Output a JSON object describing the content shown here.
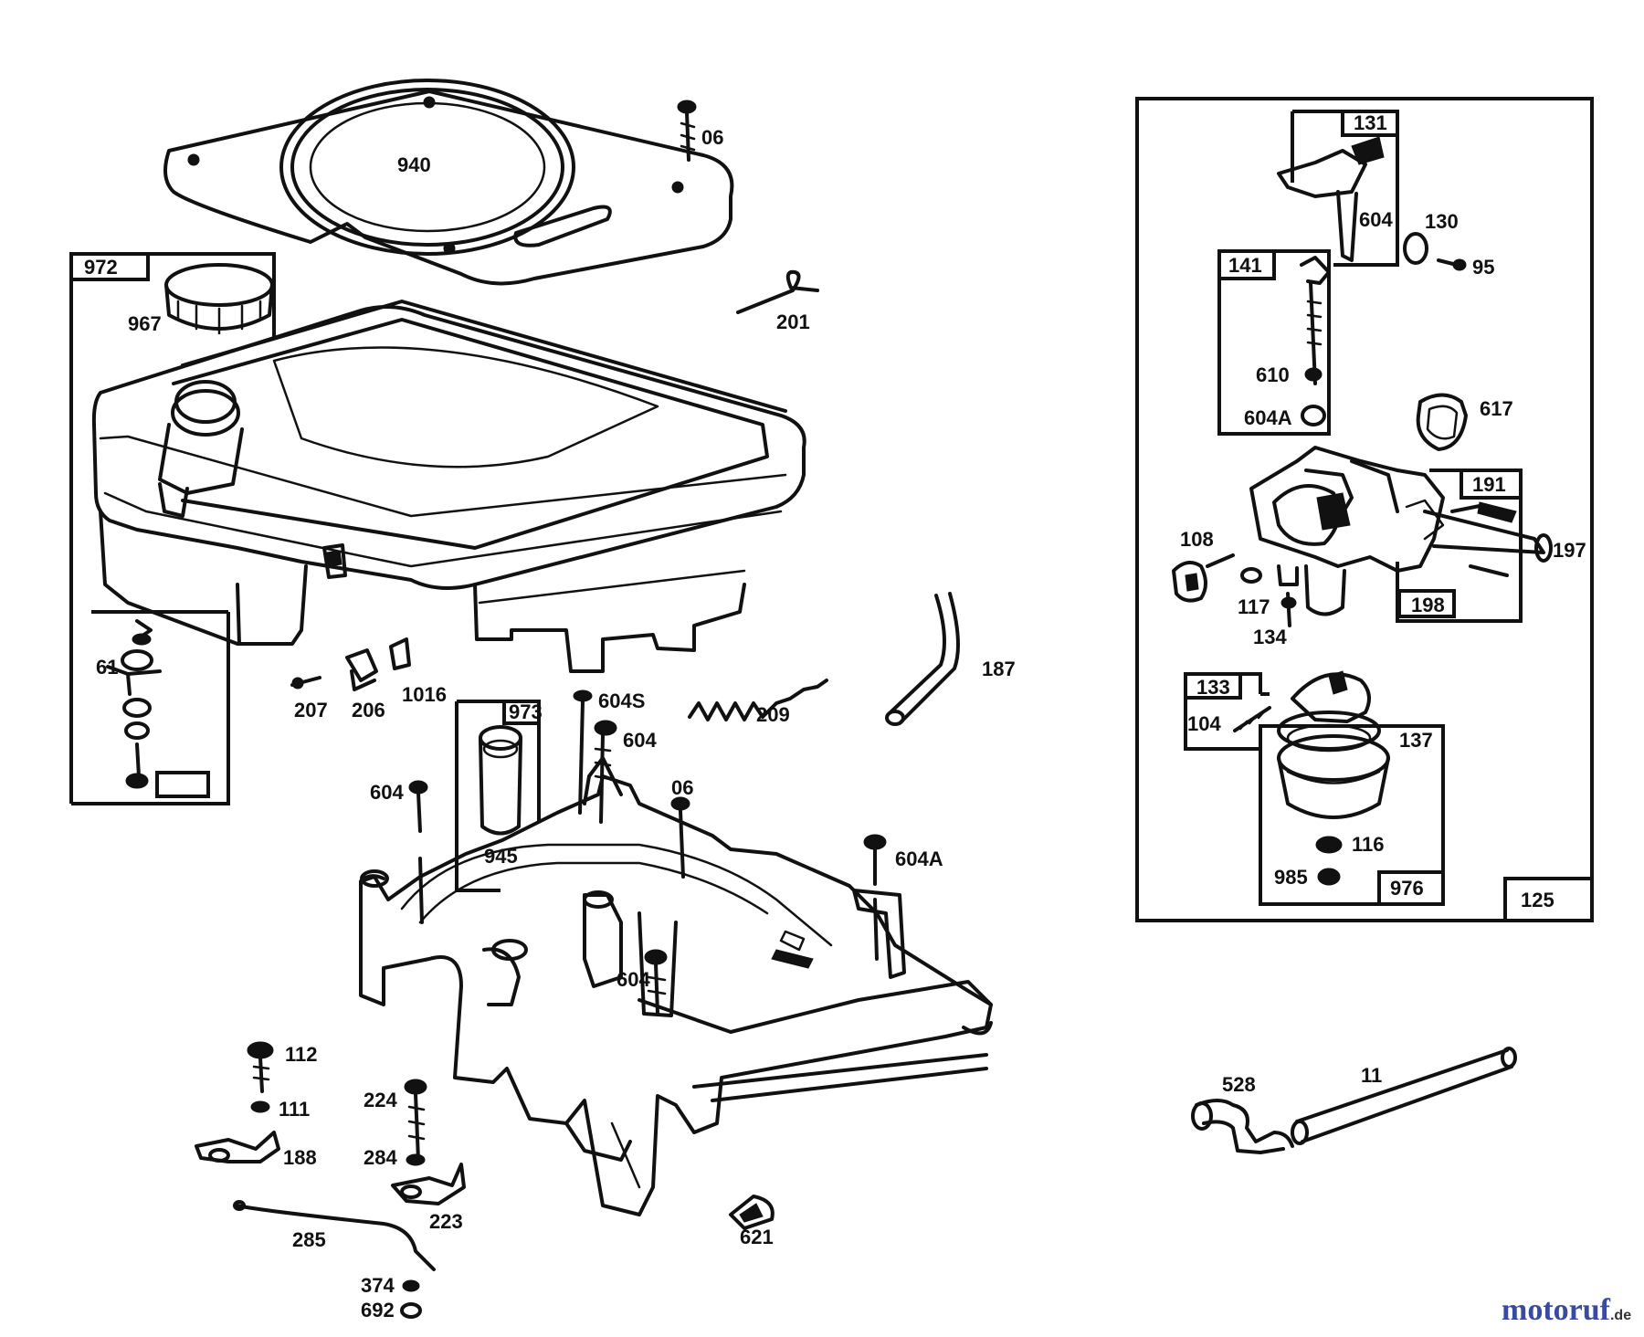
{
  "labels": {
    "p940": "940",
    "p06": "06",
    "p201": "201",
    "p972": "972",
    "p967": "967",
    "p207": "207",
    "p206": "206",
    "p1016": "1016",
    "p209": "209",
    "p187": "187",
    "p604s": "604S",
    "p604a": "604",
    "p604b": "604",
    "p604c": "604",
    "p604A": "604A",
    "p06b": "06",
    "p945": "945",
    "p973": "973",
    "p61": "61",
    "p112": "112",
    "p111": "111",
    "p188": "188",
    "p224": "224",
    "p284": "284",
    "p223": "223",
    "p285": "285",
    "p374": "374",
    "p692": "692",
    "p621": "621",
    "p528": "528",
    "p11": "11",
    "p131": "131",
    "p604c2": "604",
    "p130": "130",
    "p95": "95",
    "p141": "141",
    "p610": "610",
    "p604A2": "604A",
    "p617": "617",
    "p108": "108",
    "p117": "117",
    "p134": "134",
    "p191": "191",
    "p197": "197",
    "p198": "198",
    "p133": "133",
    "p104": "104",
    "p137": "137",
    "p116": "116",
    "p985": "985",
    "p976": "976",
    "p125": "125"
  },
  "watermark": {
    "main": "motoruf",
    "suffix": ".de"
  }
}
